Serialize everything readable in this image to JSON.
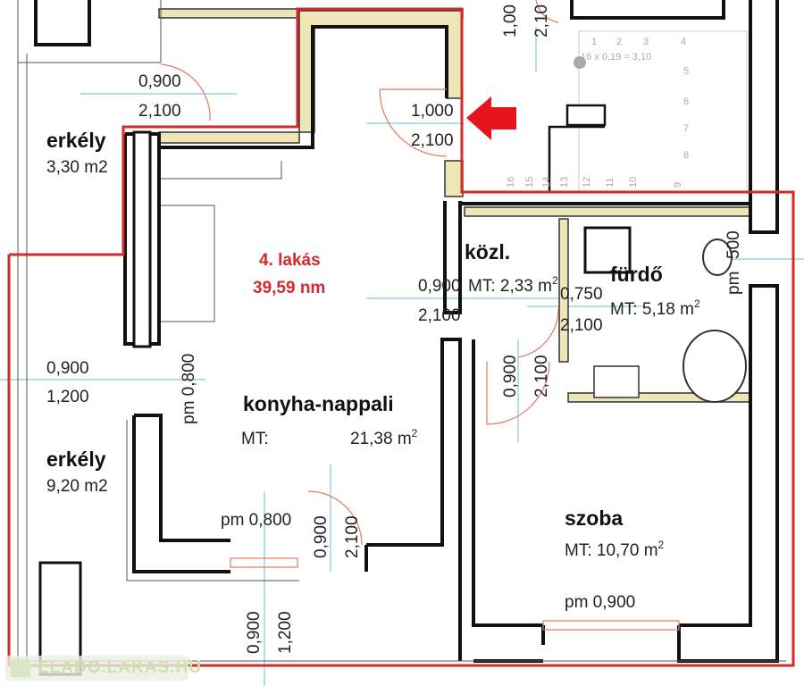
{
  "apartment": {
    "name": "4. lakás",
    "area": "39,59 nm"
  },
  "rooms": {
    "erkely_top": {
      "name": "erkély",
      "area": "3,30 m2"
    },
    "erkely_bottom": {
      "name": "erkély",
      "area": "9,20 m2"
    },
    "kozl": {
      "name": "közl.",
      "area": "MT: 2,33 m",
      "sup": "2"
    },
    "furdo": {
      "name": "fürdő",
      "area": "MT: 5,18 m",
      "sup": "2"
    },
    "konyha": {
      "name": "konyha-nappali",
      "mt": "MT:",
      "area": "21,38 m",
      "sup": "2"
    },
    "szoba": {
      "name": "szoba",
      "area": "MT: 10,70 m",
      "sup": "2"
    }
  },
  "dimensions": {
    "erkely_door_w": "0,900",
    "erkely_door_h": "2,100",
    "entry_w": "1,000",
    "entry_h": "2,100",
    "top_w": "1,00",
    "top_h": "2,10",
    "kozl_w": "0,900",
    "kozl_h": "2,100",
    "furdo_w": "0,750",
    "furdo_h": "2,100",
    "szoba_door_w": "0,900",
    "szoba_door_h": "2,100",
    "furdo_window": "500",
    "furdo_window_pm": "pm",
    "left_window_w": "0,900",
    "left_window_h": "1,200",
    "left_pm": "pm 0,800",
    "bottom_pm": "pm 0,800",
    "balcony_door_w": "0,900",
    "balcony_door_h": "2,100",
    "szoba_pm": "pm 0,900",
    "bottom_window_w": "0,900",
    "bottom_window_h": "1,200"
  },
  "stairs": {
    "formula": "16 x 0,19 = 3,10",
    "steps": [
      "1",
      "2",
      "3",
      "4",
      "5",
      "6",
      "7",
      "8",
      "9",
      "10",
      "11",
      "12",
      "13",
      "14",
      "15",
      "16"
    ]
  },
  "watermark": "ELADO.LAKAS.HU",
  "colors": {
    "outline": "#d42a2a",
    "arrow": "#e8141b",
    "dimension": "#8cc4e6"
  }
}
